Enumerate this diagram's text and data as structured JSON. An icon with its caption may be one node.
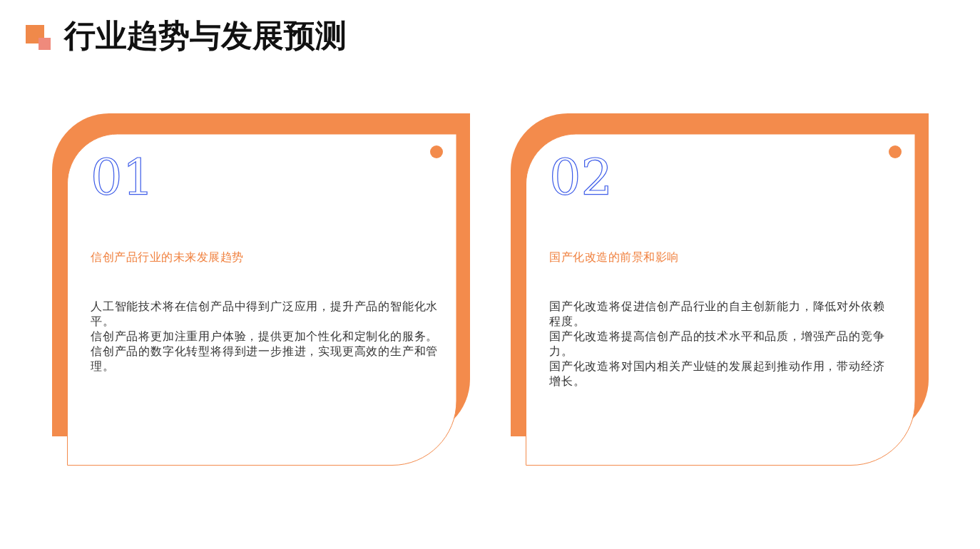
{
  "diagram": {
    "title": "行业趋势与发展预测",
    "nodes": [
      {
        "text": [
          "01",
          "信创产品行业的未来发展趋势",
          "人工智能技术将在信创产品中得到广泛应用，提升产品的智能化水平。",
          "信创产品将更加注重用户体验，提供更加个性化和定制化的服务。",
          "信创产品的数字化转型将得到进一步推进，实现更高效的生产和管理。"
        ]
      },
      {
        "text": [
          "02",
          "国产化改造的前景和影响",
          "国产化改造将促进信创产品行业的自主创新能力，降低对外依赖程度。",
          "国产化改造将提高信创产品的技术水平和品质，增强产品的竞争力。",
          "国产化改造将对国内相关产业链的发展起到推动作用，带动经济增长。"
        ]
      }
    ]
  }
}
